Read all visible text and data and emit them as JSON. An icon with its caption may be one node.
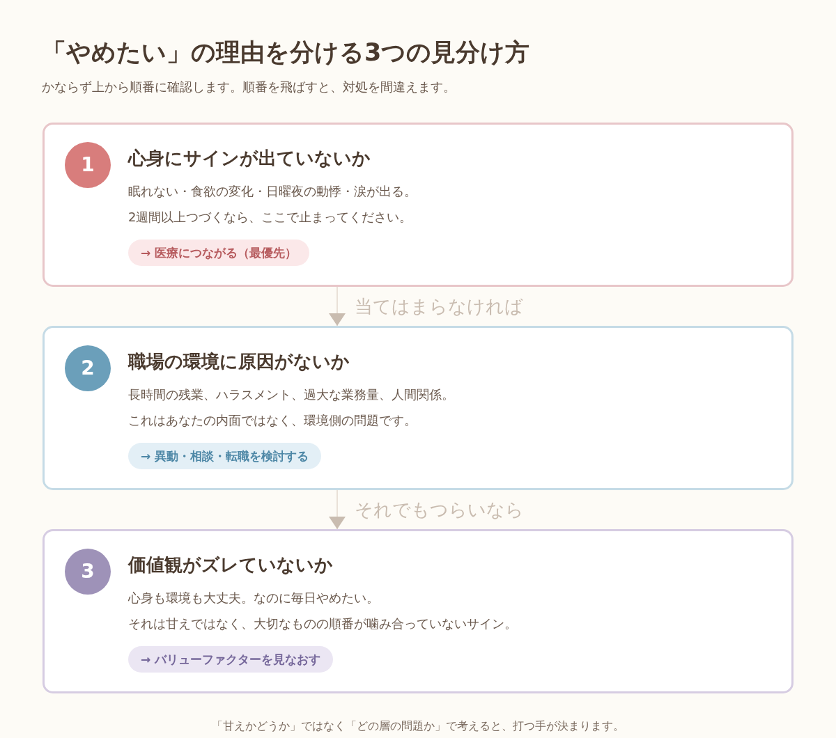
{
  "diagram": {
    "title": "「やめたい」の理由を分ける3つの見分け方",
    "caption": "「甘えかどうか」ではなく「どの層の問題か」で考えると、打つ手が決まります。",
    "labels": [
      "かならず上から順番に確認します。順番を飛ばすと、対処を間違えます。"
    ],
    "nodes": [
      {
        "text": [
          "心身にサインが出ていないか",
          "眠れない・食欲の変化・日曜夜の動悸・涙が出る。",
          "2週間以上つづくなら、ここで止まってください。"
        ]
      },
      {
        "text": [
          "1"
        ],
        "in": 0
      },
      {
        "text": [
          "→ 医療につながる（最優先）"
        ],
        "in": 0
      },
      {
        "text": [
          "職場の環境に原因がないか",
          "長時間の残業、ハラスメント、過大な業務量、人間関係。",
          "これはあなたの内面ではなく、環境側の問題です。"
        ]
      },
      {
        "text": [
          "2"
        ],
        "in": 3
      },
      {
        "text": [
          "→ 異動・相談・転職を検討する"
        ],
        "in": 3
      },
      {
        "text": [
          "価値観がズレていないか",
          "心身も環境も大丈夫。なのに毎日やめたい。",
          "それは甘えではなく、大切なものの順番が噛み合っていないサイン。"
        ]
      },
      {
        "text": [
          "3"
        ],
        "in": 6
      },
      {
        "text": [
          "→ バリューファクターを見なおす"
        ],
        "in": 6
      }
    ],
    "edges": [
      {
        "from": 0,
        "to": 3,
        "arrow": "to",
        "label": "当てはまらなければ"
      },
      {
        "from": 3,
        "to": 6,
        "arrow": "to",
        "label": "それでもつらいなら"
      }
    ]
  }
}
